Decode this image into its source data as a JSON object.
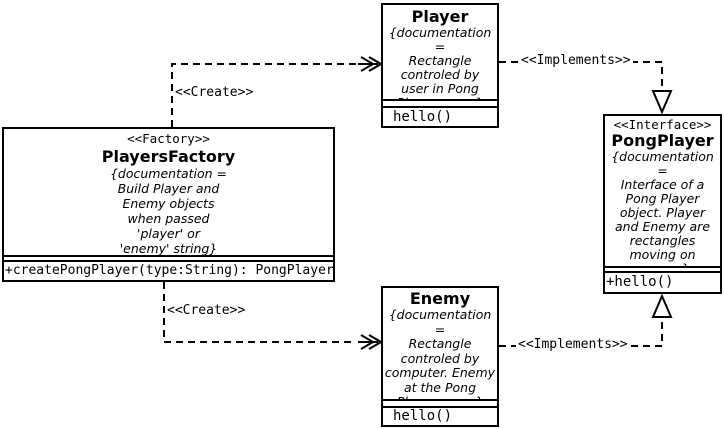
{
  "player": {
    "name": "Player",
    "doc": "{documentation =\nRectangle\ncontroled by\nuser in Pong\nPlayer game}",
    "method": "hello()"
  },
  "factory": {
    "stereotype": "<<Factory>>",
    "name": "PlayersFactory",
    "doc": "{documentation =\nBuild Player and\nEnemy objects\nwhen passed\n'player' or\n'enemy' string}",
    "method": "+createPongPlayer(type:String): PongPlayer"
  },
  "pong_player": {
    "stereotype": "<<Interface>>",
    "name": "PongPlayer",
    "doc": "{documentation =\nInterface of a\nPong Player\nobject. Player\nand Enemy are\nrectangles\nmoving on\nscreen.}",
    "method": "+hello()"
  },
  "enemy": {
    "name": "Enemy",
    "doc": "{documentation =\nRectangle\ncontroled by\ncomputer. Enemy\nat the Pong\nPlayer game}",
    "method": "hello()"
  },
  "edges": {
    "create_top_label": "<<Create>>",
    "create_bottom_label": "<<Create>>",
    "implements_top_label": "<<Implements>>",
    "implements_bottom_label": "<<Implements>>"
  },
  "colors": {
    "line": "#000000",
    "box_fill": "#ffffff",
    "background": "#ffffff",
    "text": "#000000"
  }
}
